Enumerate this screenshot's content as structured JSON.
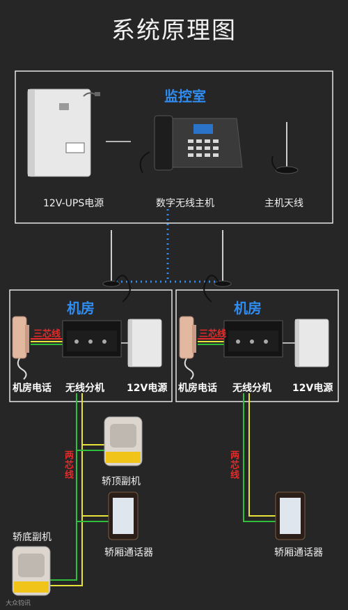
{
  "title": "系统原理图",
  "control_room": {
    "title": "监控室",
    "ups_label": "12V-UPS电源",
    "host_label": "数字无线主机",
    "antenna_label": "主机天线"
  },
  "machine_rooms": [
    {
      "title": "机房",
      "phone_label": "机房电话",
      "branch_label": "无线分机",
      "power_label": "12V电源",
      "wire_label": "三芯线"
    },
    {
      "title": "机房",
      "phone_label": "机房电话",
      "branch_label": "无线分机",
      "power_label": "12V电源",
      "wire_label": "三芯线"
    }
  ],
  "cabin": {
    "two_wire_label": "两芯线",
    "top_unit_label": "轿顶副机",
    "bottom_unit_label": "轿底副机",
    "intercom_label": "轿厢通话器"
  },
  "watermark": "大众钧讯",
  "colors": {
    "background": "#262626",
    "room_title": "#2f8cf0",
    "wire_green": "#2fbf3a",
    "wire_yellow": "#e8e23a",
    "wire_red": "#e52a2a",
    "signal_dots": "#2f8cf0"
  }
}
